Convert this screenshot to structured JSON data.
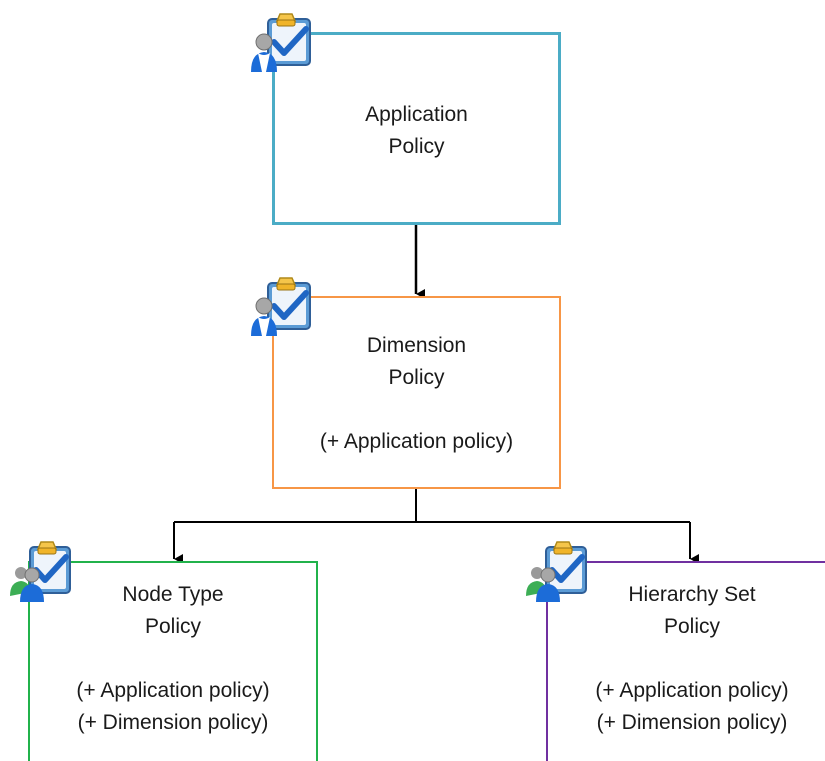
{
  "colors": {
    "application": "#4bacc6",
    "dimension": "#f79646",
    "node_type": "#21b24b",
    "hierarchy_set": "#7030a0",
    "connector": "#000000"
  },
  "icons": [
    "policy-user-icon",
    "checkmark-icon",
    "padlock-icon",
    "clipboard-icon"
  ],
  "application_box": {
    "title_line1": "Application",
    "title_line2": "Policy"
  },
  "dimension_box": {
    "title_line1": "Dimension",
    "title_line2": "Policy",
    "inherit1": "(+ Application policy)"
  },
  "node_type_box": {
    "title_line1": "Node Type",
    "title_line2": "Policy",
    "inherit1": "(+ Application policy)",
    "inherit2": "(+ Dimension policy)"
  },
  "hierarchy_set_box": {
    "title_line1": "Hierarchy Set",
    "title_line2": "Policy",
    "inherit1": "(+ Application policy)",
    "inherit2": "(+ Dimension policy)"
  }
}
